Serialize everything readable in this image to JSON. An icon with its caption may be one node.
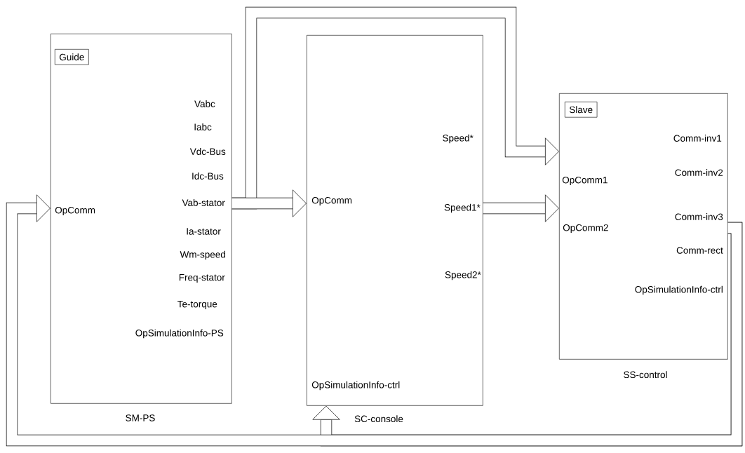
{
  "diagram": {
    "nodes": [
      {
        "text": [
          "OpComm",
          "Vabc",
          "Iabc",
          "Vdc-Bus",
          "Idc-Bus",
          "Vab-stator",
          "Ia-stator",
          "Wm-speed",
          "Freq-stator",
          "Te-torque",
          "OpSimulationInfo-PS"
        ],
        "beside": [
          "SM-PS"
        ]
      },
      {
        "text": [
          "Guide"
        ],
        "in": 0
      },
      {
        "text": [
          "OpComm",
          "Speed*",
          "Speed1*",
          "Speed2*",
          "OpSimulationInfo-ctrl"
        ],
        "beside": [
          "SC-console"
        ]
      },
      {
        "text": [
          "OpComm1",
          "OpComm2",
          "Comm-inv1",
          "Comm-inv2",
          "Comm-inv3",
          "Comm-rect",
          "OpSimulationInfo-ctrl"
        ],
        "beside": [
          "SS-control"
        ]
      },
      {
        "text": [
          "Slave"
        ],
        "in": 3
      }
    ],
    "edges": [
      {
        "from": 0,
        "to": 3,
        "arrow": "to"
      },
      {
        "from": 0,
        "to": 2,
        "arrow": "to"
      },
      {
        "from": 2,
        "to": 3,
        "arrow": "to"
      },
      {
        "from": 3,
        "to": 2,
        "arrow": "to"
      },
      {
        "from": 3,
        "to": 0,
        "arrow": "to"
      }
    ]
  }
}
